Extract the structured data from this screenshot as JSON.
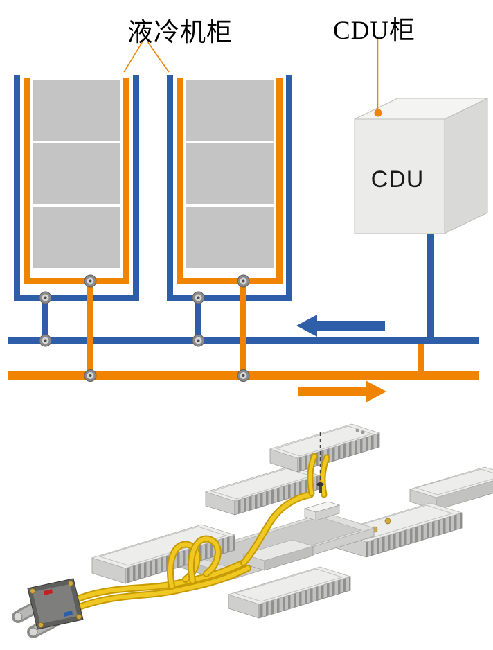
{
  "labels": {
    "cabinet": "液冷机柜",
    "cdu_cabinet": "CDU柜",
    "cdu_box": "CDU"
  },
  "colors": {
    "pipe_blue": "#2E5EA8",
    "pipe_orange": "#F08300",
    "server_gray": "#C4C4C4",
    "hose_yellow": "#EFC922",
    "cdu_face": "#EBEBE9"
  },
  "flow": {
    "blue_arrow_direction": "left",
    "orange_arrow_direction": "right"
  }
}
